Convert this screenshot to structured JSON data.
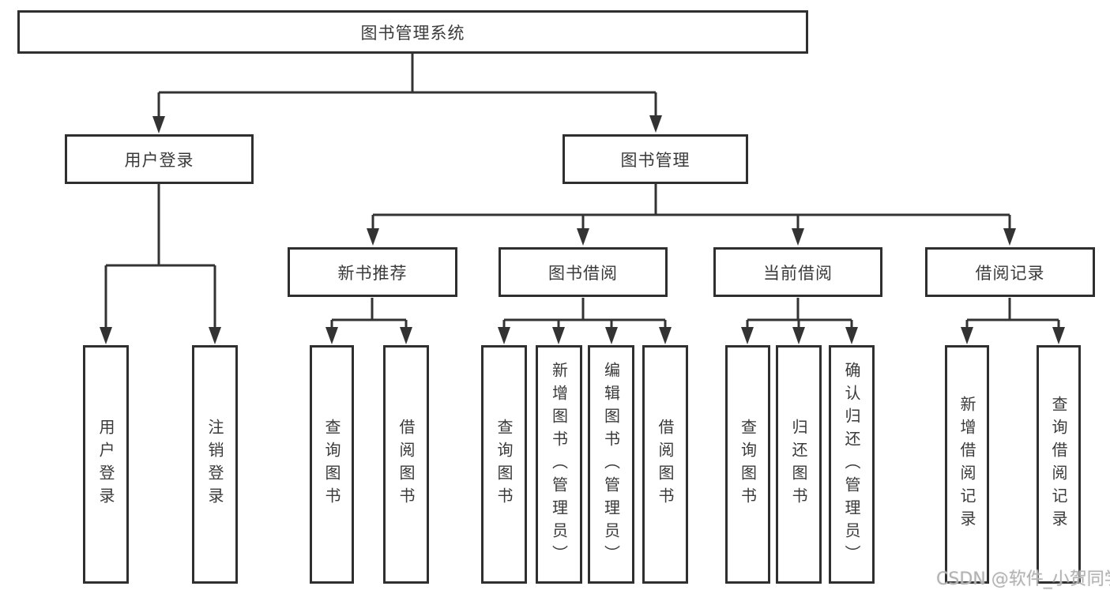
{
  "colors": {
    "background": "#ffffff",
    "border": "#2f2f2f",
    "line": "#333333",
    "text": "#3a3a3a",
    "watermark": "#b2b2b2"
  },
  "tree": {
    "label": "图书管理系统",
    "children": [
      {
        "label": "用户登录",
        "children": [
          {
            "label": "用户登录"
          },
          {
            "label": "注销登录"
          }
        ]
      },
      {
        "label": "图书管理",
        "children": [
          {
            "label": "新书推荐",
            "children": [
              {
                "label": "查询图书"
              },
              {
                "label": "借阅图书"
              }
            ]
          },
          {
            "label": "图书借阅",
            "children": [
              {
                "label": "查询图书"
              },
              {
                "label": "新增图书（管理员）"
              },
              {
                "label": "编辑图书（管理员）"
              },
              {
                "label": "借阅图书"
              }
            ]
          },
          {
            "label": "当前借阅",
            "children": [
              {
                "label": "查询图书"
              },
              {
                "label": "归还图书"
              },
              {
                "label": "确认归还（管理员）"
              }
            ]
          },
          {
            "label": "借阅记录",
            "children": [
              {
                "label": "新增借阅记录"
              },
              {
                "label": "查询借阅记录"
              }
            ]
          }
        ]
      }
    ]
  },
  "watermark": {
    "text": "CSDN @软件_小贺同学"
  }
}
